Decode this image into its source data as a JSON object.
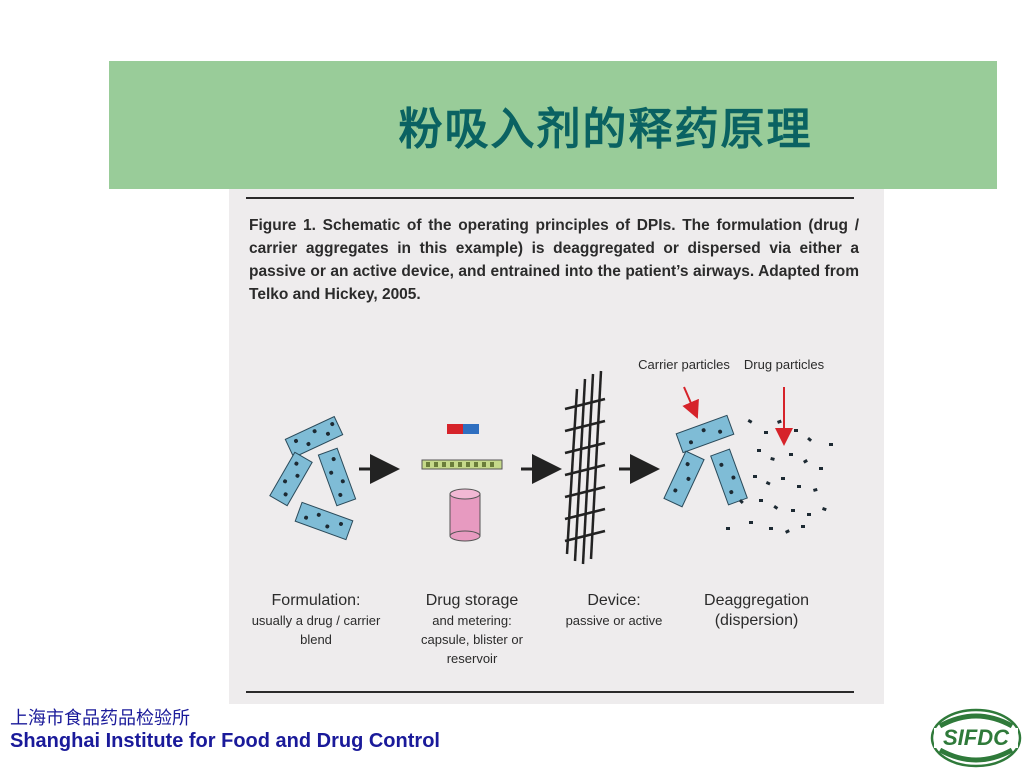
{
  "slide": {
    "title": "粉吸入剂的释药原理"
  },
  "figure": {
    "caption": "Figure 1. Schematic of the operating principles of DPIs. The formulation (drug / carrier aggregates in this example) is deaggregated or dispersed via either a passive or an active device, and entrained into the patient’s airways. Adapted from Telko and Hickey, 2005.",
    "annotations": {
      "carrier": "Carrier particles",
      "drug": "Drug particles"
    },
    "stages": [
      {
        "head": "Formulation:",
        "desc": "usually a drug / carrier blend"
      },
      {
        "head": "Drug storage",
        "desc": "and metering: capsule, blister or reservoir"
      },
      {
        "head": "Device:",
        "desc": "passive or active"
      },
      {
        "head": "Deaggregation",
        "desc": "(dispersion)"
      }
    ]
  },
  "footer": {
    "org_cn": "上海市食品药品检验所",
    "org_en": "Shanghai Institute for Food and Drug Control",
    "logo_text": "SIFDC"
  },
  "colors": {
    "title_bg": "#99cc99",
    "title_text": "#0a6262",
    "particle_fill": "#7fbcd6",
    "reservoir_fill": "#e79ac0",
    "arrow_red": "#d6232a",
    "footer_text": "#1a1a9a",
    "logo_green": "#2f7a3a"
  }
}
